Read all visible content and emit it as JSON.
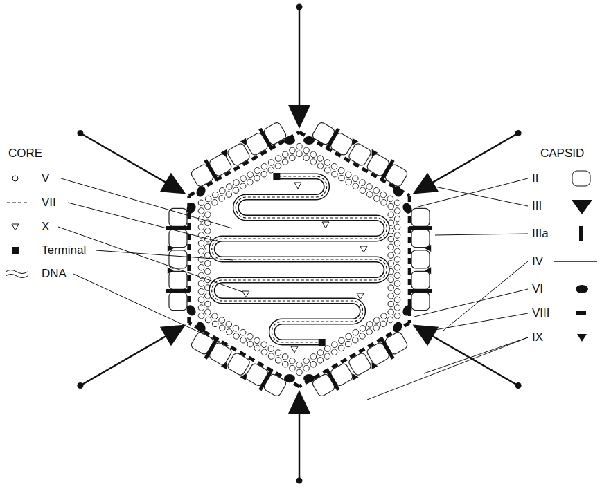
{
  "diagram": {
    "labels": [
      "CORE",
      "V",
      "VII",
      "X",
      "Terminal",
      "DNA",
      "CAPSID",
      "II",
      "III",
      "IIIa",
      "IV",
      "VI",
      "VIII",
      "IX"
    ]
  }
}
